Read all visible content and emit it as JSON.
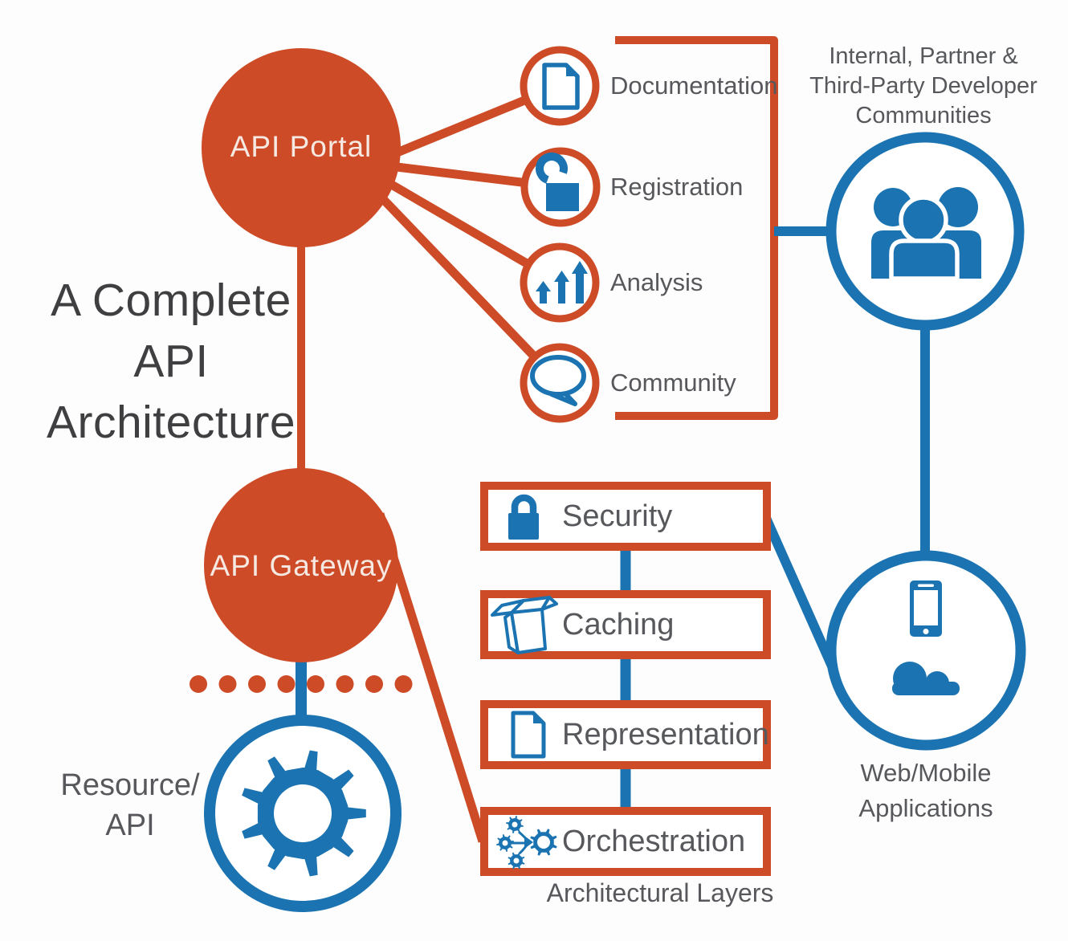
{
  "title": {
    "lines": [
      "A Complete",
      "API",
      "Architecture"
    ]
  },
  "nodes": {
    "api_portal": {
      "label": "API Portal"
    },
    "api_gateway": {
      "label": "API Gateway"
    },
    "resource_api": {
      "line1": "Resource/",
      "line2": "API"
    },
    "developer_communities": {
      "line1": "Internal, Partner &",
      "line2": "Third-Party Developer",
      "line3": "Communities"
    },
    "web_mobile": {
      "line1": "Web/Mobile",
      "line2": "Applications"
    }
  },
  "portal_features": [
    {
      "label": "Documentation",
      "icon": "document-icon"
    },
    {
      "label": "Registration",
      "icon": "open-padlock-icon"
    },
    {
      "label": "Analysis",
      "icon": "growth-arrows-icon"
    },
    {
      "label": "Community",
      "icon": "speech-bubble-icon"
    }
  ],
  "architectural_layers": {
    "caption": "Architectural Layers",
    "items": [
      {
        "label": "Security",
        "icon": "lock-icon"
      },
      {
        "label": "Caching",
        "icon": "open-box-icon"
      },
      {
        "label": "Representation",
        "icon": "document-icon"
      },
      {
        "label": "Orchestration",
        "icon": "gears-icon"
      }
    ]
  },
  "colors": {
    "orange": "#CD4B27",
    "blue": "#1B74B1",
    "label_gray": "#57585B",
    "title_dark": "#3F3F41",
    "circle_text": "#F6E9E2",
    "background": "#FDFDFD"
  }
}
